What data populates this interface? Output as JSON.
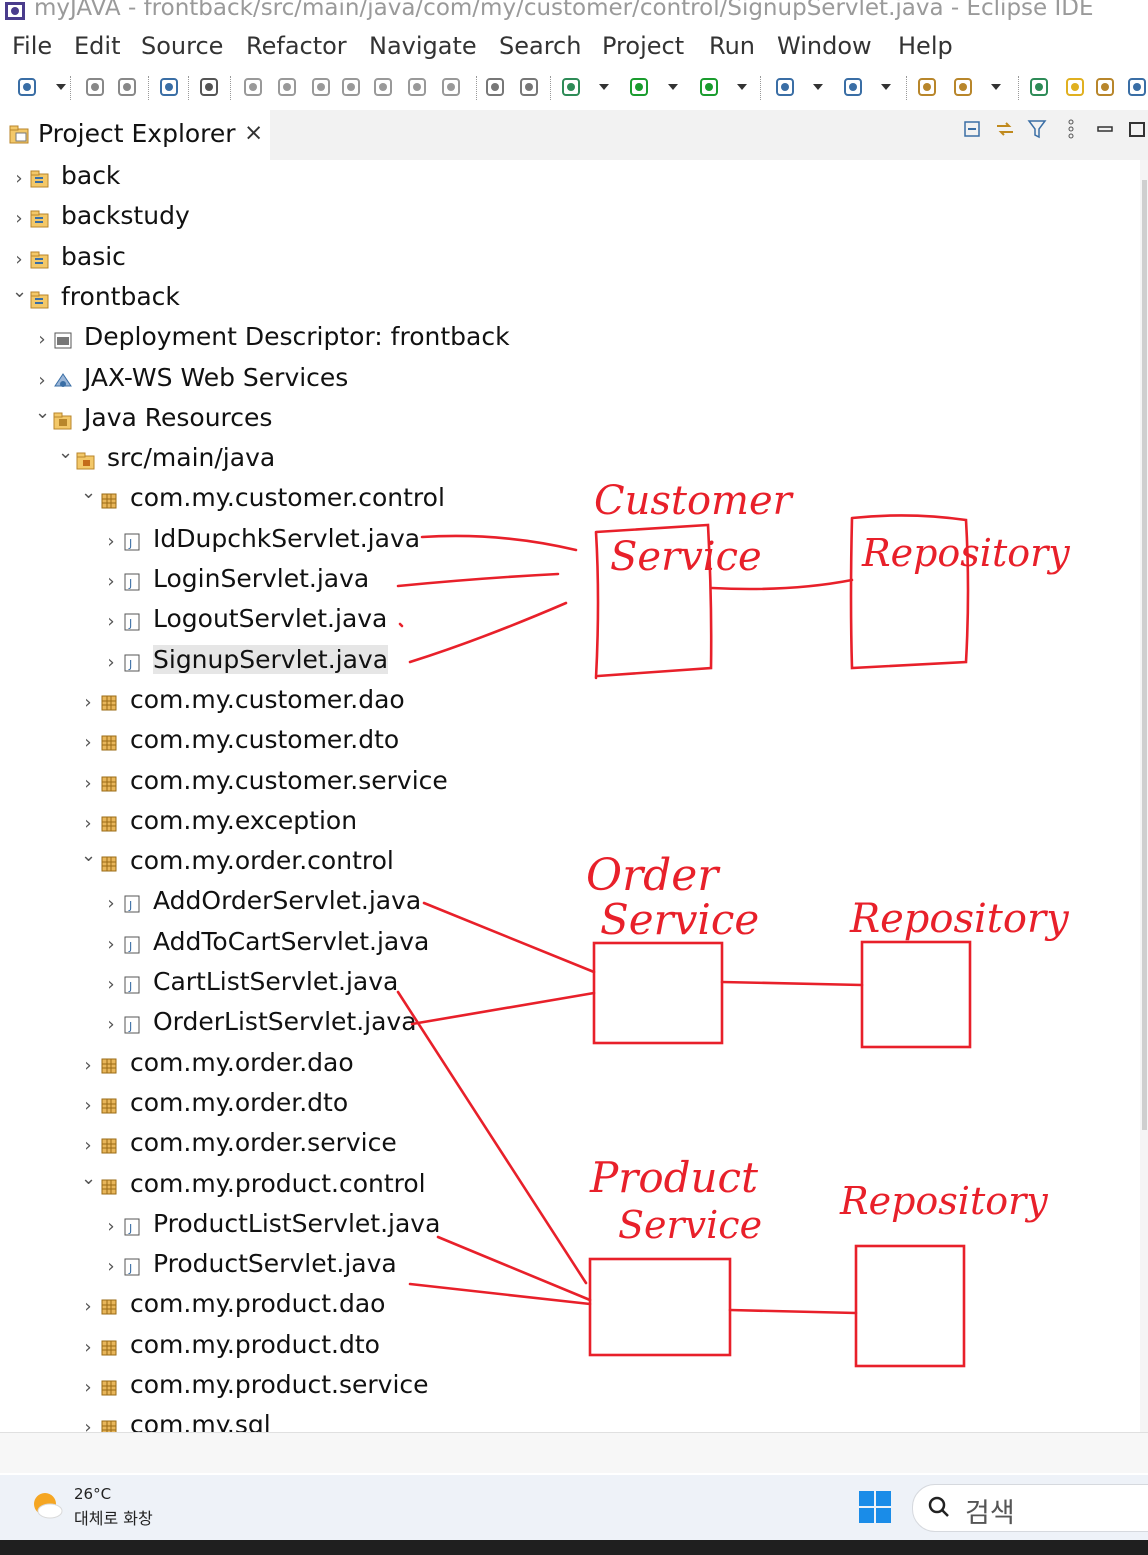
{
  "window": {
    "title": "myJAVA - frontback/src/main/java/com/my/customer/control/SignupServlet.java - Eclipse IDE"
  },
  "menu": [
    "File",
    "Edit",
    "Source",
    "Refactor",
    "Navigate",
    "Search",
    "Project",
    "Run",
    "Window",
    "Help"
  ],
  "view": {
    "title": "Project Explorer",
    "close": "×"
  },
  "tree": [
    {
      "label": "back",
      "expanded": false,
      "icon": "project-icon"
    },
    {
      "label": "backstudy",
      "expanded": false,
      "icon": "project-icon"
    },
    {
      "label": "basic",
      "expanded": false,
      "icon": "project-icon"
    },
    {
      "label": "frontback",
      "expanded": true,
      "icon": "project-icon"
    },
    {
      "label": "Deployment Descriptor: frontback",
      "expanded": false,
      "icon": "deployment-descriptor-icon"
    },
    {
      "label": "JAX-WS Web Services",
      "expanded": false,
      "icon": "web-services-icon"
    },
    {
      "label": "Java Resources",
      "expanded": true,
      "icon": "java-resources-icon"
    },
    {
      "label": "src/main/java",
      "expanded": true,
      "icon": "source-folder-icon"
    },
    {
      "label": "com.my.customer.control",
      "expanded": true,
      "icon": "package-icon"
    },
    {
      "label": "IdDupchkServlet.java",
      "expanded": false,
      "icon": "java-file-icon"
    },
    {
      "label": "LoginServlet.java",
      "expanded": false,
      "icon": "java-file-icon"
    },
    {
      "label": "LogoutServlet.java",
      "expanded": false,
      "icon": "java-file-icon"
    },
    {
      "label": "SignupServlet.java",
      "expanded": false,
      "icon": "java-file-icon",
      "selected": true
    },
    {
      "label": "com.my.customer.dao",
      "expanded": false,
      "icon": "package-icon"
    },
    {
      "label": "com.my.customer.dto",
      "expanded": false,
      "icon": "package-icon"
    },
    {
      "label": "com.my.customer.service",
      "expanded": false,
      "icon": "package-icon"
    },
    {
      "label": "com.my.exception",
      "expanded": false,
      "icon": "package-icon"
    },
    {
      "label": "com.my.order.control",
      "expanded": true,
      "icon": "package-icon"
    },
    {
      "label": "AddOrderServlet.java",
      "expanded": false,
      "icon": "java-file-icon"
    },
    {
      "label": "AddToCartServlet.java",
      "expanded": false,
      "icon": "java-file-icon"
    },
    {
      "label": "CartListServlet.java",
      "expanded": false,
      "icon": "java-file-icon"
    },
    {
      "label": "OrderListServlet.java",
      "expanded": false,
      "icon": "java-file-icon"
    },
    {
      "label": "com.my.order.dao",
      "expanded": false,
      "icon": "package-icon"
    },
    {
      "label": "com.my.order.dto",
      "expanded": false,
      "icon": "package-icon"
    },
    {
      "label": "com.my.order.service",
      "expanded": false,
      "icon": "package-icon"
    },
    {
      "label": "com.my.product.control",
      "expanded": true,
      "icon": "package-icon"
    },
    {
      "label": "ProductListServlet.java",
      "expanded": false,
      "icon": "java-file-icon"
    },
    {
      "label": "ProductServlet.java",
      "expanded": false,
      "icon": "java-file-icon"
    },
    {
      "label": "com.my.product.dao",
      "expanded": false,
      "icon": "package-icon"
    },
    {
      "label": "com.my.product.dto",
      "expanded": false,
      "icon": "package-icon"
    },
    {
      "label": "com.my.product.service",
      "expanded": false,
      "icon": "package-icon"
    },
    {
      "label": "com.my.sql",
      "expanded": false,
      "icon": "package-icon"
    }
  ],
  "annotations": {
    "customer": {
      "title": "Customer",
      "service": "Service",
      "repository": "Repository"
    },
    "order": {
      "title": "Order",
      "service": "Service",
      "repository": "Repository"
    },
    "product": {
      "title": "Product",
      "service": "Service",
      "repository": "Repository"
    },
    "color": "#e8202a"
  },
  "taskbar": {
    "temperature": "26°C",
    "weather": "대체로 화창",
    "search_placeholder": "검색"
  }
}
